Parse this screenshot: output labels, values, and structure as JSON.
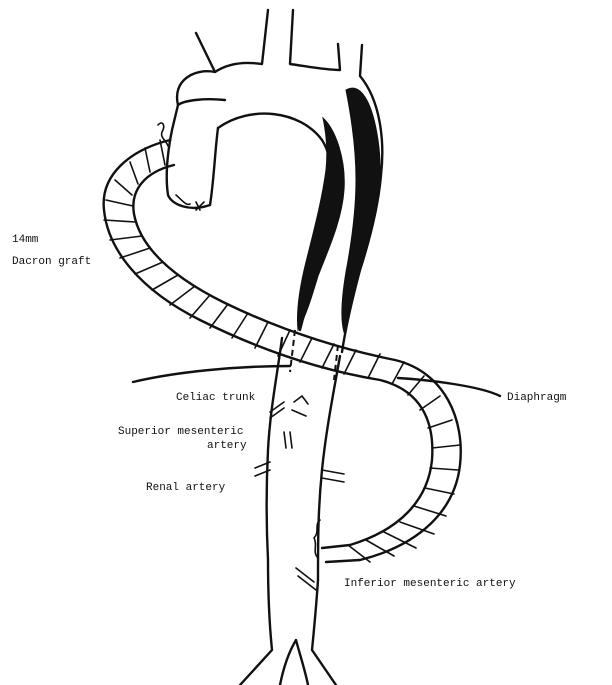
{
  "labels": {
    "graft_size": "14mm",
    "graft_type": "Dacron graft",
    "diaphragm": "Diaphragm",
    "celiac": "Celiac trunk",
    "sma_line1": "Superior mesenteric",
    "sma_line2": "artery",
    "renal": "Renal artery",
    "ima": "Inferior mesenteric artery"
  },
  "colors": {
    "ink": "#111111",
    "background": "#ffffff"
  }
}
